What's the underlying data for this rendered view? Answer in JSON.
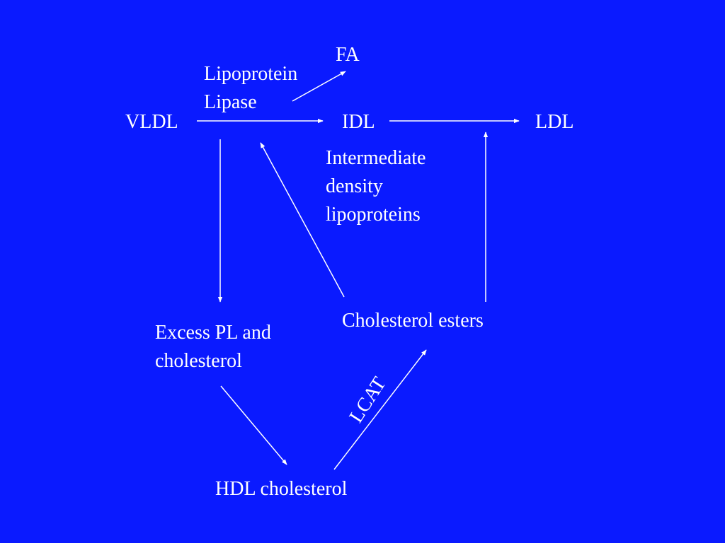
{
  "slide": {
    "background_color": "#0a1aff",
    "text_color": "#ffffff"
  },
  "labels": {
    "fa": "FA",
    "lipoprotein_lipase": [
      "Lipoprotein",
      "Lipase"
    ],
    "vldl": "VLDL",
    "idl": "IDL",
    "ldl": "LDL",
    "idl_description": [
      "Intermediate",
      "density",
      "lipoproteins"
    ],
    "cholesterol_esters": "Cholesterol esters",
    "excess_pl": [
      "Excess PL and",
      "cholesterol"
    ],
    "hdl_cholesterol": "HDL cholesterol",
    "lcat": "LCAT"
  }
}
